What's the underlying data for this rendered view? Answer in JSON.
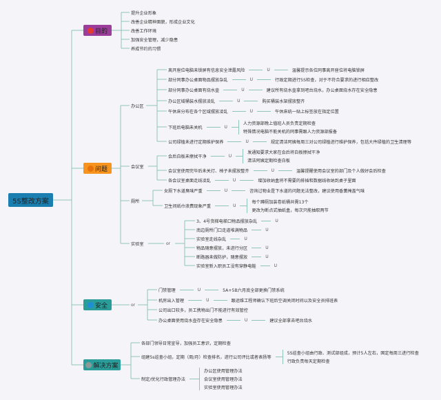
{
  "root": "5S整改方案",
  "colors": {
    "root": "#1a7fb0",
    "goal": "#9b3d9b",
    "problem": "#f7941d",
    "safety": "#2a9d9b",
    "solution": "#2a9d9b",
    "line": "#8fc3bb"
  },
  "goal": {
    "label": "目的",
    "items": [
      "提升企业形象",
      "改善企业精神面貌，形成企业文化",
      "改善工作环境",
      "加强安全管理，减少隐患",
      "养成节约的习惯"
    ]
  },
  "problem": {
    "label": "问题",
    "office": {
      "label": "办公区",
      "items": [
        {
          "issue": "离开座位电脑未锁屏有信息安全泄露风险",
          "link": "U",
          "fix": [
            "温馨提示各位同事离开座位将电脑锁屏"
          ]
        },
        {
          "issue": "部分同事办公桌面物品摆放杂乱",
          "link": "U",
          "fix": [
            "行政定期进行5S检查，对于不符合要求的进行相应整改"
          ]
        },
        {
          "issue": "部分同事办公桌面有烧水壶",
          "link": "U",
          "fix": [
            "建议所有烧水壶拿到吧台烧水，办公桌面烧水存在安全隐患"
          ]
        },
        {
          "issue": "办公区域桶装水摆放凌乱",
          "link": "U",
          "fix": [
            "购买桶装水架摆放整齐"
          ]
        },
        {
          "issue": "午休床分布在各个区域摆放凌乱",
          "link": "U",
          "fix": [
            "午休床统一贴上标签放在指定位置"
          ]
        },
        {
          "issue": "下班后电脑未关机",
          "link": "U",
          "fix": [
            "人力资源部晚上值班人员负责定期检查",
            "特殊情况电脑不能关机的同事需跟人力资源部报备"
          ]
        },
        {
          "issue": "公司绿植未进行定期维护保养",
          "link": "U",
          "fix": [
            "规定清洁阿姨每周三对公司绿植进行维护保养，包括大件绿植的卫生清理等"
          ]
        }
      ]
    },
    "meeting": {
      "label": "会议室",
      "items": [
        {
          "issue": "会后白板未擦拭干净",
          "link": "U",
          "fix": [
            "发通知要求大家在会后将白板擦拭干净",
            "清洁阿姨定期检查白板"
          ]
        },
        {
          "issue": "会议室使用完毕后未关灯、椅子未摆放整齐",
          "link": "U",
          "fix": [
            "温馨提醒使用会议室的部门及个人做好会后检查"
          ]
        },
        {
          "issue": "各会议室桌面走线凌乱",
          "link": "U",
          "fix": [
            "增加收纳盒将不需要的排插和数据线收纳到桌子里面"
          ]
        }
      ]
    },
    "toilet": {
      "label": "厕所",
      "items": [
        {
          "issue": "女厕下水道臭味严重",
          "link": "U",
          "fix": [
            "咨询过物业是下水道的问题无法整改，建议使用香薰掩盖气味"
          ]
        },
        {
          "issue": "卫生间纸巾浪费现象严重",
          "link": "U",
          "fix": [
            "每个蹲厕加装卷纸桶共需13个",
            "更改为断点式抽纸盒，每次只能抽取两节"
          ]
        }
      ]
    },
    "lab": {
      "label": "实验室",
      "or": "or",
      "items": [
        {
          "issue": "3、4号货梯电梯口物品摆放杂乱",
          "link": "U"
        },
        {
          "issue": "南边厕所门口走道堆满物品",
          "link": "U"
        },
        {
          "issue": "实验室走线杂乱",
          "link": "U"
        },
        {
          "issue": "物品随意摆放，未进行分区",
          "link": "U"
        },
        {
          "issue": "断路器未做防护，随意摆放",
          "link": "U"
        },
        {
          "issue": "实验室新入职员工没有穿静电鞋",
          "link": "U"
        }
      ]
    }
  },
  "safety": {
    "label": "安全",
    "or": "or",
    "items": [
      {
        "issue": "门禁管理",
        "link": "U",
        "fix": "5A+5B六月底全部更换门禁系统"
      },
      {
        "issue": "机房出入管理",
        "link": "U",
        "fix": "跟运维工程师确认下班后空调关闭时间以及安全员排班表"
      },
      {
        "issue": "公司出口较多，员工携物出门不能进行有效管控"
      },
      {
        "issue": "办公桌面使用烧水壶存在安全隐患",
        "link": "U",
        "fix": "建议全部拿去吧台烧水"
      }
    ]
  },
  "solution": {
    "label": "解决方案",
    "items": [
      {
        "text": "各部门领导日常宣导，加强员工意识，定期检查"
      },
      {
        "text": "组建5s巡查小组，定期（周/月）检查排名，进行公司评比或者表扬等",
        "children": [
          "5S巡查小组由行政、测试部组成，预计5人左右，固定每周三进行检查",
          "行政负责每天定期检查"
        ]
      },
      {
        "text": "制定/优化行政管理办法",
        "children": [
          "办公区使用管理办法",
          "会议室使用管理办法",
          "实验室使用管理办法"
        ]
      }
    ]
  }
}
